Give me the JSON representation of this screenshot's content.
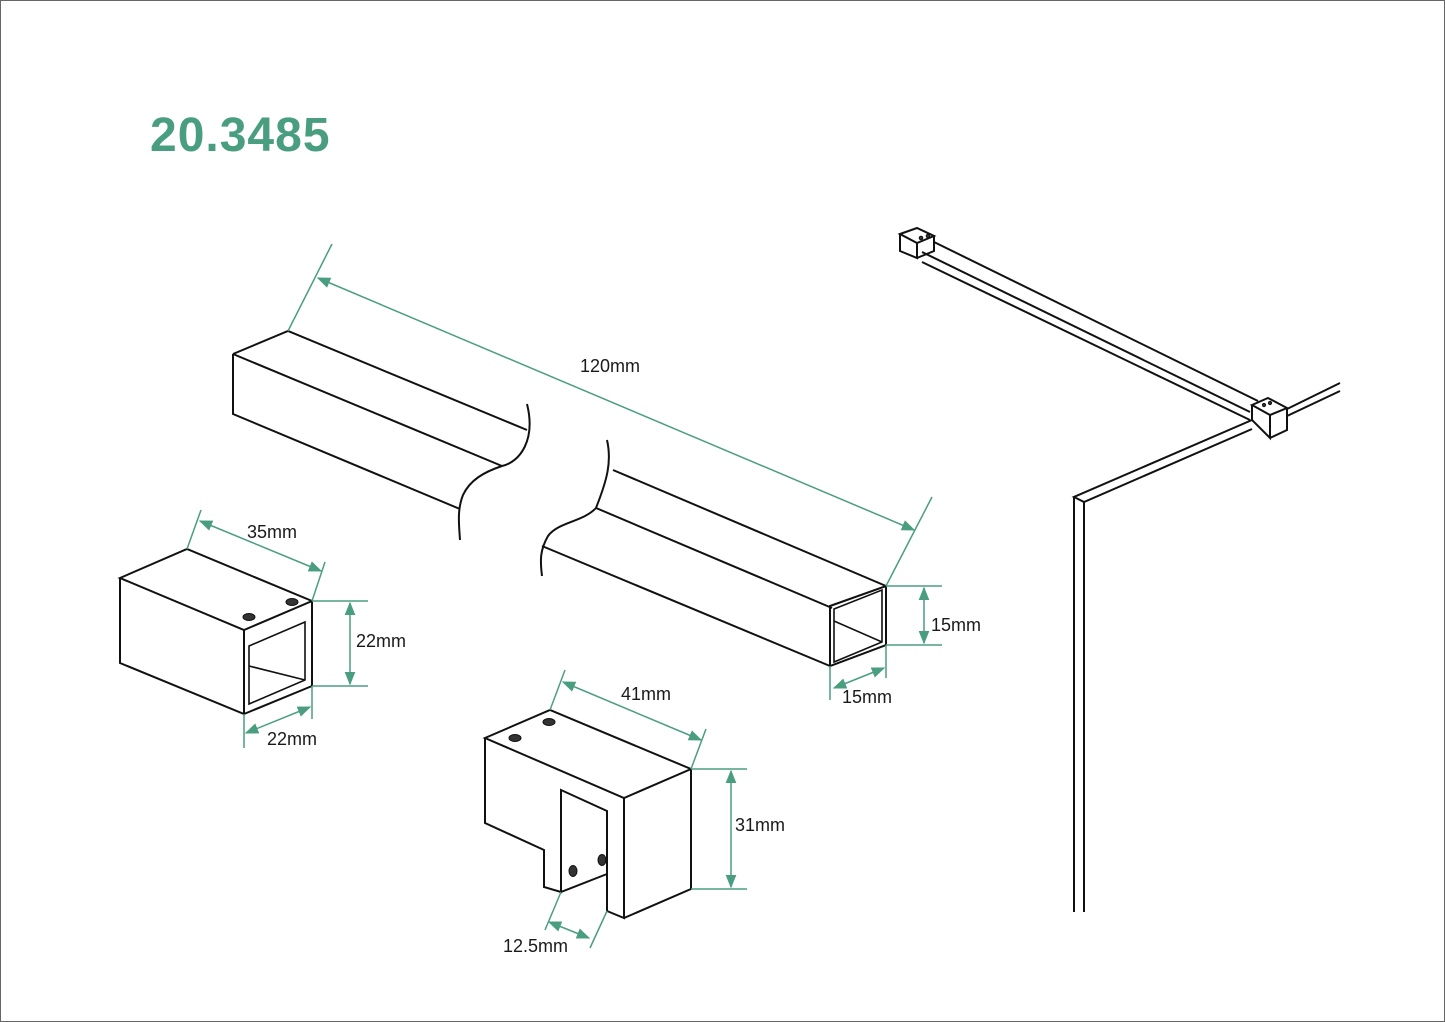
{
  "title": "20.3485",
  "colors": {
    "accent": "#4a9e80",
    "line": "#111111",
    "background": "#ffffff"
  },
  "parts": {
    "rod": {
      "name": "square tube rod",
      "length_label": "120mm",
      "height_label": "15mm",
      "width_label": "15mm"
    },
    "wall_bracket": {
      "name": "wall connector",
      "length_label": "35mm",
      "height_label": "22mm",
      "width_label": "22mm"
    },
    "glass_clamp": {
      "name": "glass clamp connector",
      "length_label": "41mm",
      "height_label": "31mm",
      "slot_label": "12.5mm"
    },
    "assembly": {
      "name": "installed stabilizer bar on glass panel"
    }
  }
}
